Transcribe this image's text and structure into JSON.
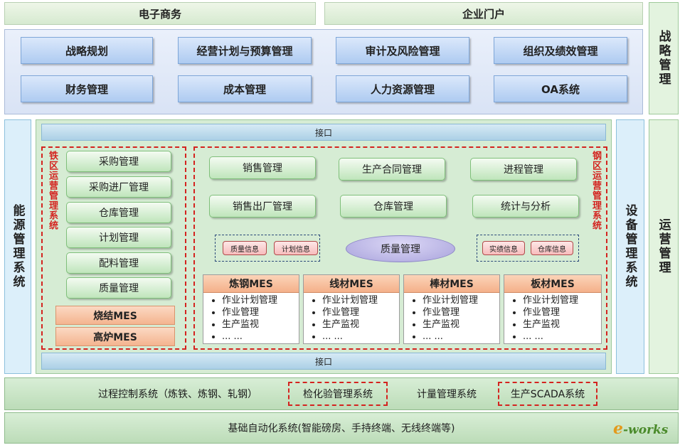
{
  "top": {
    "ecommerce": "电子商务",
    "portal": "企业门户"
  },
  "strategy_row1": [
    "战略规划",
    "经营计划与预算管理",
    "审计及风险管理",
    "组织及绩效管理"
  ],
  "strategy_row2": [
    "财务管理",
    "成本管理",
    "人力资源管理",
    "OA系统"
  ],
  "right_labels": {
    "strategy": "战略管理",
    "operations": "运营管理"
  },
  "energy": "能源管理系统",
  "equipment": "设备管理系统",
  "interface_top": "接口",
  "interface_bottom": "接口",
  "iron_area": {
    "label": "铁区运营管理系统",
    "items": [
      "采购管理",
      "采购进厂管理",
      "仓库管理",
      "计划管理",
      "配料管理",
      "质量管理"
    ],
    "mes": [
      "烧结MES",
      "高炉MES"
    ]
  },
  "steel_area": {
    "label": "钢区运营管理系统",
    "row1": [
      "销售管理",
      "生产合同管理",
      "进程管理"
    ],
    "row2": [
      "销售出厂管理",
      "仓库管理",
      "统计与分析"
    ],
    "left_tags": [
      "质量信息",
      "计划信息"
    ],
    "right_tags": [
      "实绩信息",
      "仓库信息"
    ],
    "center": "质量管理",
    "mes": [
      {
        "title": "炼钢MES",
        "items": [
          "作业计划管理",
          "作业管理",
          "生产监视",
          "... ..."
        ]
      },
      {
        "title": "线材MES",
        "items": [
          "作业计划管理",
          "作业管理",
          "生产监视",
          "... ..."
        ]
      },
      {
        "title": "棒材MES",
        "items": [
          "作业计划管理",
          "作业管理",
          "生产监视",
          "... ..."
        ]
      },
      {
        "title": "板材MES",
        "items": [
          "作业计划管理",
          "作业管理",
          "生产监视",
          "... ..."
        ]
      }
    ]
  },
  "bottom": {
    "process": "过程控制系统（炼铁、炼钢、轧钢）",
    "lab": "检化验管理系统",
    "metering": "计量管理系统",
    "scada": "生产SCADA系统",
    "automation": "基础自动化系统(智能磅房、手持终端、无线终端等)"
  },
  "logo": {
    "e": "e",
    "text": "-works"
  }
}
